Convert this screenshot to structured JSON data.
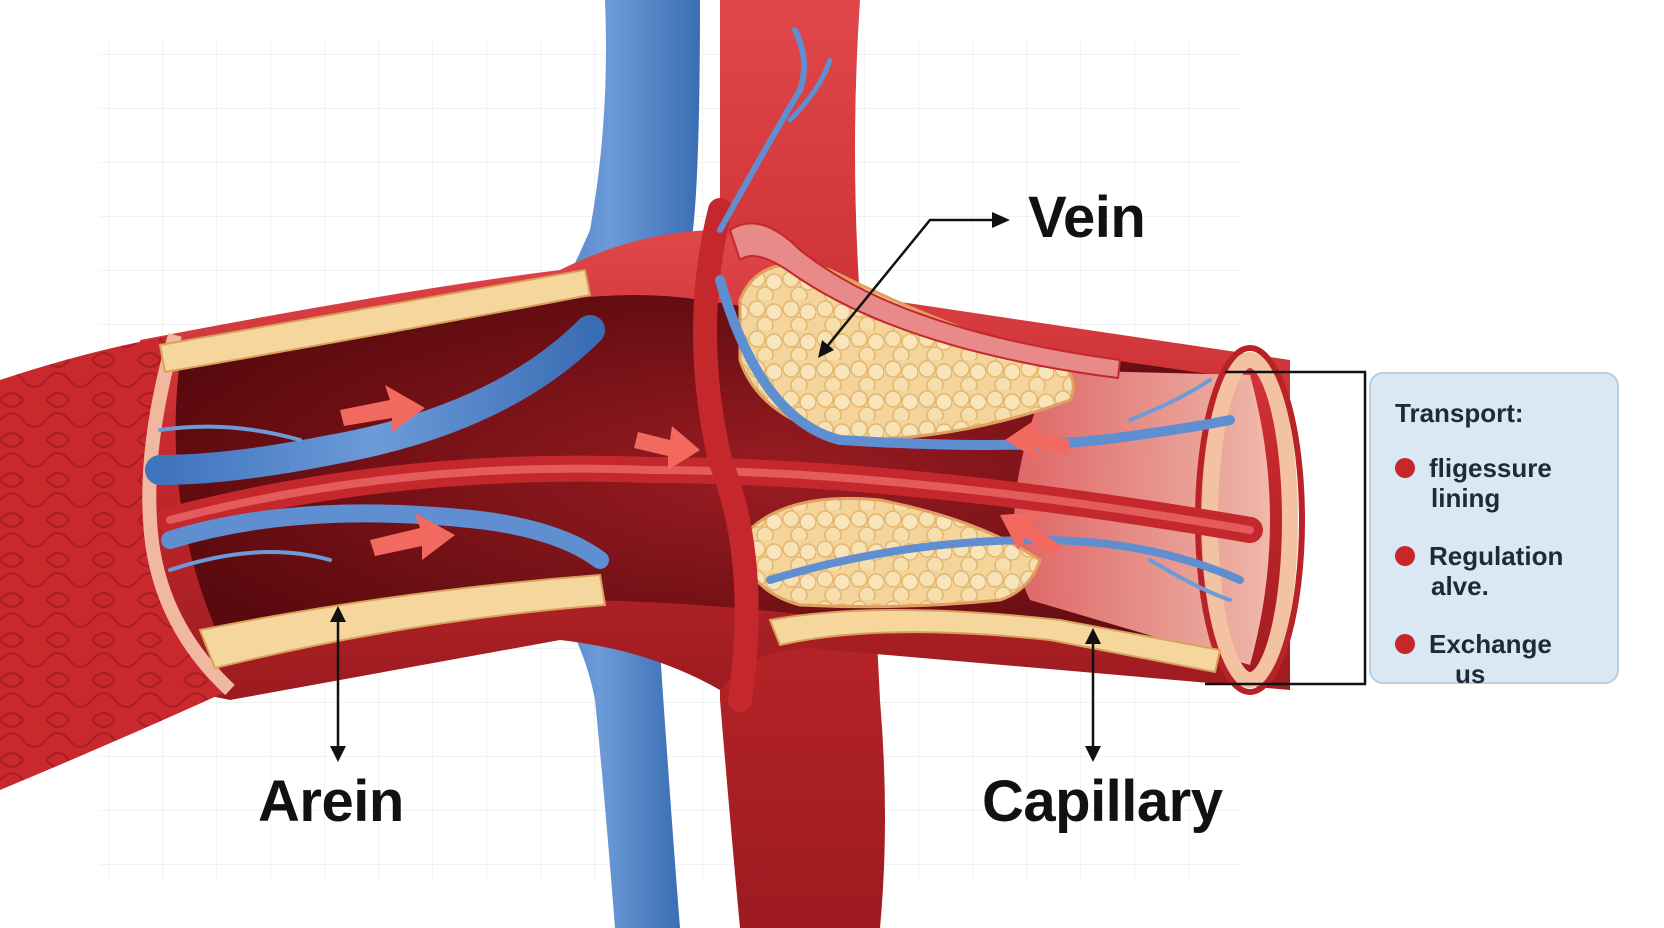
{
  "labels": {
    "vein": "Vein",
    "arein": "Arein",
    "capillary": "Capillary"
  },
  "legend": {
    "title": "Transport:",
    "items": [
      {
        "line1": "fligessure",
        "line2": "lining"
      },
      {
        "line1": "Regulation",
        "line2": "alve."
      },
      {
        "line1": "Exchange",
        "line2": "us"
      }
    ],
    "bullet_color": "#c8262b",
    "background_color": "#d9e8f3"
  },
  "colors": {
    "artery_red": "#c4282c",
    "vein_blue": "#5f8fd0",
    "fat_yellow": "#f5d79e",
    "lumen_dark": "#6e0f14",
    "lining_pink": "#f2b7a8"
  }
}
